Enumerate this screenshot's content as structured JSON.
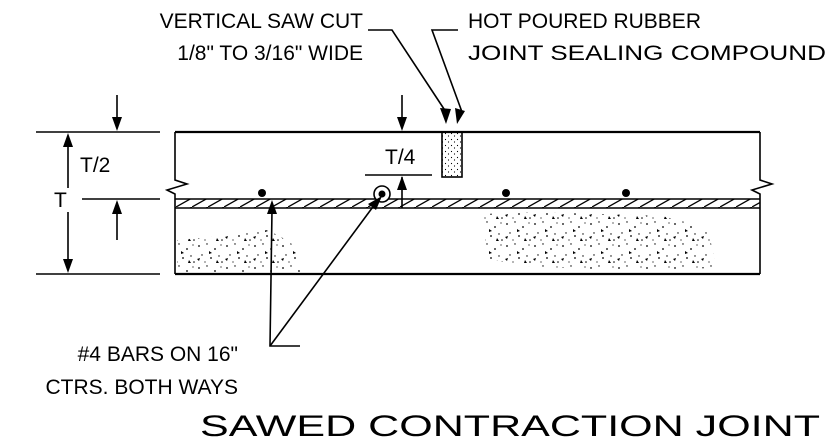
{
  "labels": {
    "saw_cut_line1": "VERTICAL SAW CUT",
    "saw_cut_line2": "1/8\" TO 3/16\" WIDE",
    "sealant_line1": "HOT POURED RUBBER",
    "sealant_line2": "JOINT SEALING COMPOUND",
    "half_thickness": "T/2",
    "quarter_thickness": "T/4",
    "thickness": "T",
    "bars_line1": "#4 BARS ON 16\"",
    "bars_line2": "CTRS. BOTH WAYS"
  },
  "title": "SAWED CONTRACTION JOINT"
}
